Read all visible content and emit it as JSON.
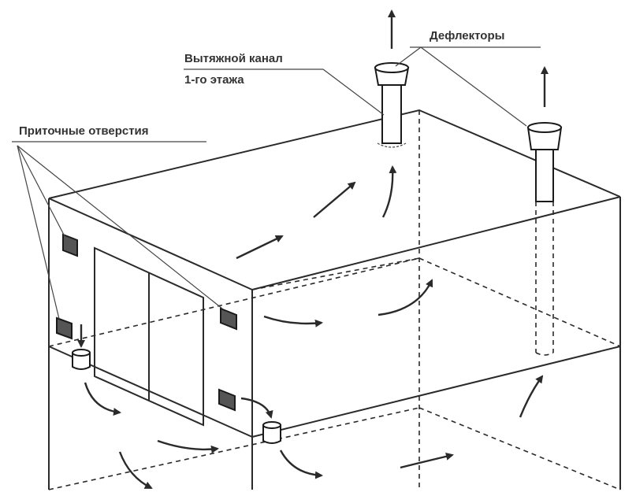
{
  "labels": {
    "exhaust_line1": "Вытяжной канал",
    "exhaust_line2": "1-го этажа",
    "deflectors": "Дефлекторы",
    "supply_openings": "Приточные отверстия"
  },
  "colors": {
    "line": "#2a2a2a",
    "text": "#333333",
    "vent_fill": "#555555",
    "background": "#ffffff"
  }
}
